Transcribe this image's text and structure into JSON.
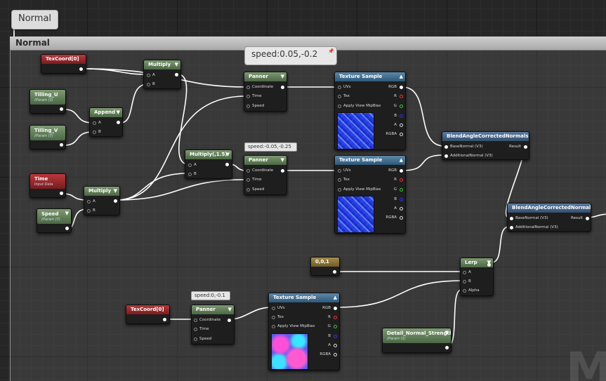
{
  "graph": {
    "comment_bubble": "Normal",
    "comment_title": "Normal",
    "watermark": "M"
  },
  "nodes": {
    "texcoord_top": {
      "title": "TexCoord[0]"
    },
    "tilling_u": {
      "title": "Tilling_U",
      "subtitle": "(Param (3)"
    },
    "tilling_v": {
      "title": "Tilling_V",
      "subtitle": "(Param (7)"
    },
    "append": {
      "title": "Append",
      "pins": [
        "A",
        "B"
      ]
    },
    "multiply_top": {
      "title": "Multiply",
      "pins": [
        "A",
        "B"
      ]
    },
    "time": {
      "title": "Time",
      "subtitle": "Input Data"
    },
    "speed": {
      "title": "Speed",
      "subtitle": "(Param (7)"
    },
    "multiply_mid": {
      "title": "Multiply",
      "pins": [
        "A",
        "B"
      ]
    },
    "multiply_15": {
      "title": "Multiply(,1.5)",
      "pins": [
        "A",
        "B"
      ]
    },
    "panner1": {
      "title": "Panner",
      "pins": [
        "Coordinate",
        "Time",
        "Speed"
      ],
      "comment": "speed:0.05,-0.2"
    },
    "panner2": {
      "title": "Panner",
      "pins": [
        "Coordinate",
        "Time",
        "Speed"
      ],
      "comment": "speed:-0.05,-0.25"
    },
    "texsample1": {
      "title": "Texture Sample",
      "inputs": [
        "UVs",
        "Tex",
        "Apply View MipBias"
      ],
      "outputs": [
        "RGB",
        "R",
        "G",
        "B",
        "A",
        "RGBA"
      ]
    },
    "texsample2": {
      "title": "Texture Sample",
      "inputs": [
        "UVs",
        "Tex",
        "Apply View MipBias"
      ],
      "outputs": [
        "RGB",
        "R",
        "G",
        "B",
        "A",
        "RGBA"
      ]
    },
    "blend1": {
      "title": "BlendAngleCorrectedNormals",
      "inputs": [
        "BaseNormal (V3)",
        "AdditionalNormal (V3)"
      ],
      "output": "Result"
    },
    "blend2": {
      "title": "BlendAngleCorrectedNormals",
      "inputs": [
        "BaseNormal (V3)",
        "AdditionalNormal (V3)"
      ],
      "output": "Result"
    },
    "const001": {
      "title": "0,0,1"
    },
    "lerp": {
      "title": "Lerp",
      "pins": [
        "A",
        "B",
        "Alpha"
      ]
    },
    "texcoord_bottom": {
      "title": "TexCoord[0]"
    },
    "panner3": {
      "title": "Panner",
      "pins": [
        "Coordinate",
        "Time",
        "Speed"
      ],
      "comment": "speed:0,-0.1"
    },
    "texsample3": {
      "title": "Texture Sample",
      "inputs": [
        "UVs",
        "Tex",
        "Apply View MipBias"
      ],
      "outputs": [
        "RGB",
        "R",
        "G",
        "B",
        "A",
        "RGBA"
      ]
    },
    "detail_strength": {
      "title": "Detail_Normal_Strength",
      "subtitle": "(Param (1)"
    }
  },
  "colors": {
    "grid_bg": "#262626",
    "param_green": "#4b6744",
    "texture_blue": "#2e5878",
    "input_red": "#7a1c1f",
    "const_gold": "#6f5c28",
    "wire": "#ffffff"
  }
}
